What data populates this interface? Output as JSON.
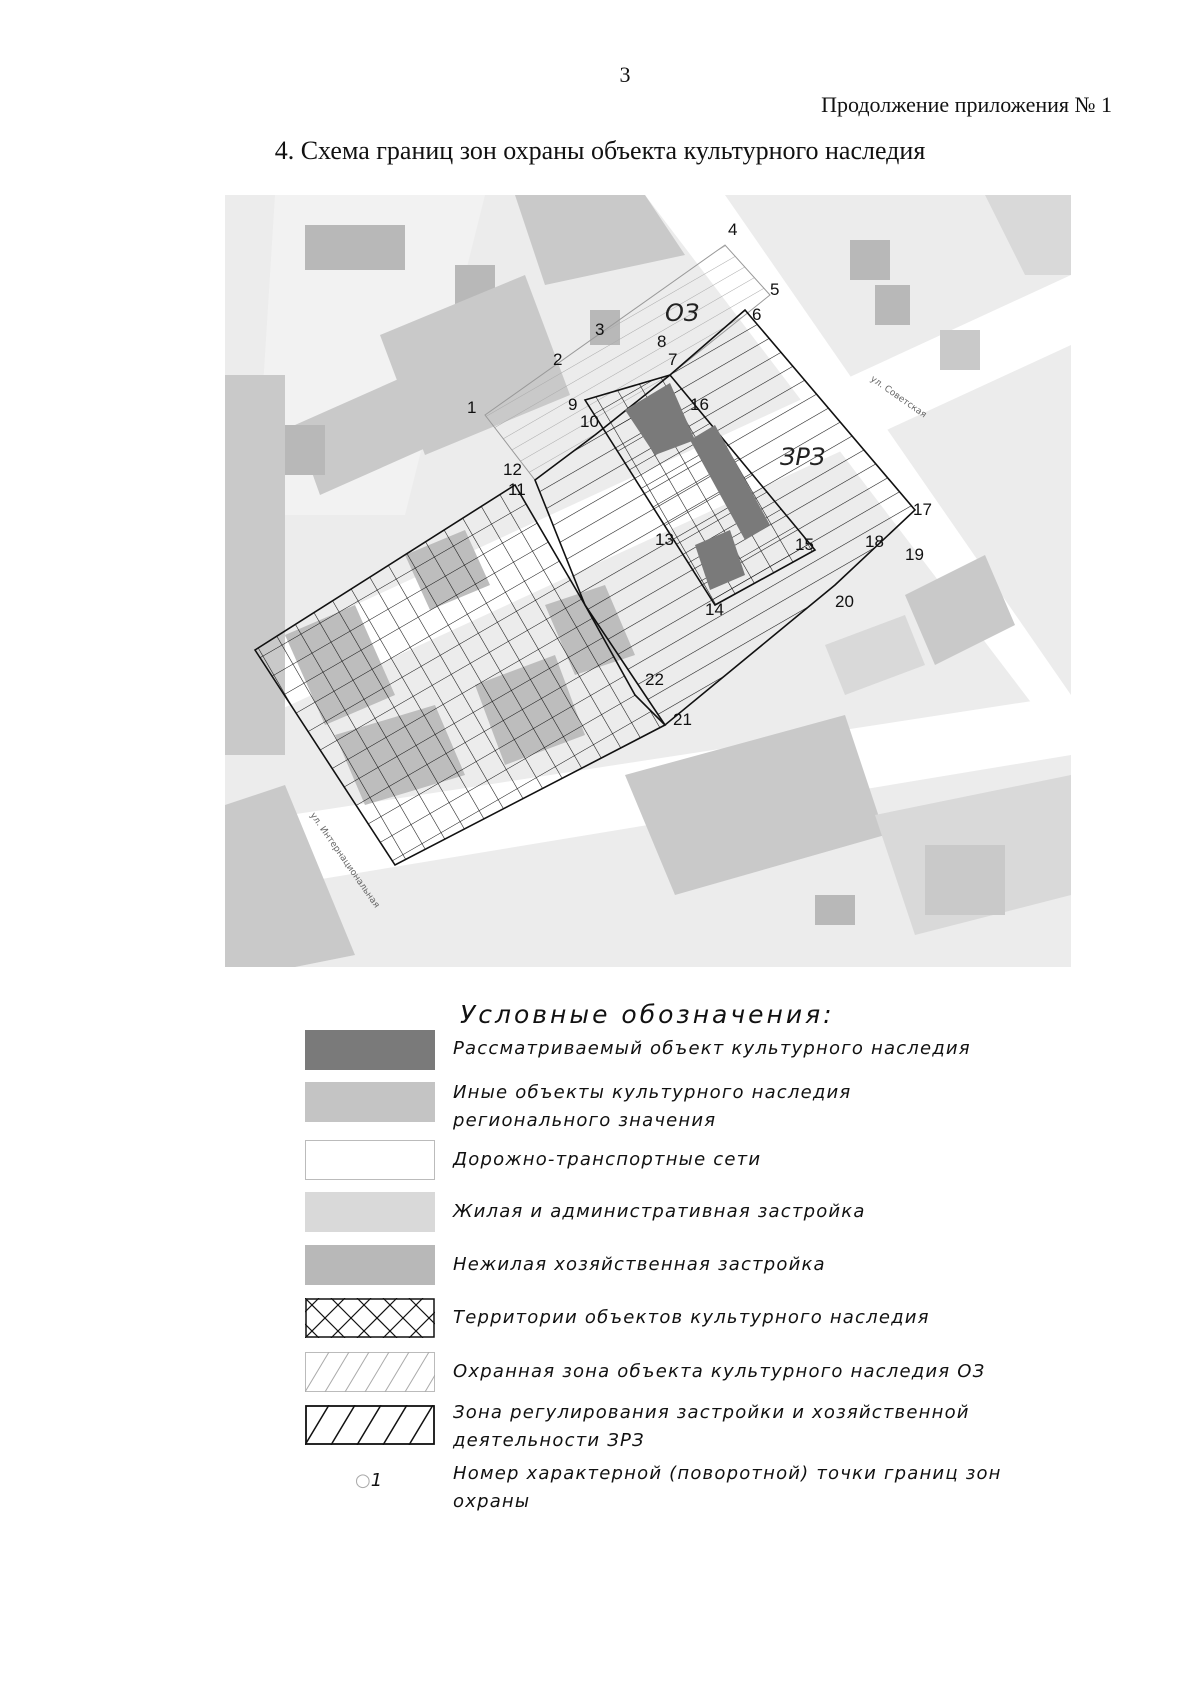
{
  "header": {
    "page_number": "3",
    "appendix_note": "Продолжение приложения № 1",
    "title": "4. Схема границ зон охраны объекта культурного наследия"
  },
  "map": {
    "zone_labels": [
      "ОЗ",
      "ЗРЗ"
    ],
    "street_labels": [
      "ул. Советская",
      "ул. Интернациональная"
    ],
    "points": [
      "1",
      "2",
      "3",
      "4",
      "5",
      "6",
      "7",
      "8",
      "9",
      "10",
      "11",
      "12",
      "13",
      "14",
      "15",
      "16",
      "17",
      "18",
      "19",
      "20",
      "21",
      "22"
    ]
  },
  "legend": {
    "title": "Условные обозначения:",
    "items": [
      {
        "key": "object",
        "label": "Рассматриваемый объект культурного наследия"
      },
      {
        "key": "regional",
        "label": "Иные объекты культурного наследия регионального значения"
      },
      {
        "key": "roads",
        "label": "Дорожно-транспортные сети"
      },
      {
        "key": "residential",
        "label": "Жилая и административная застройка"
      },
      {
        "key": "nonresidential",
        "label": "Нежилая хозяйственная застройка"
      },
      {
        "key": "territory",
        "label": "Территории объектов культурного наследия"
      },
      {
        "key": "oz",
        "label": "Охранная зона объекта культурного наследия ОЗ"
      },
      {
        "key": "zrz",
        "label": "Зона регулирования застройки и хозяйственной деятельности ЗРЗ"
      }
    ],
    "point_item": {
      "symbol": "1",
      "label": "Номер характерной (поворотной) точки границ зон охраны"
    }
  },
  "colors": {
    "object": "#7a7a7a",
    "regional": "#c4c4c4",
    "residential": "#d9d9d9",
    "nonresidential": "#b8b8b8",
    "background": "#ececec",
    "road": "#ffffff",
    "line": "#111111"
  }
}
